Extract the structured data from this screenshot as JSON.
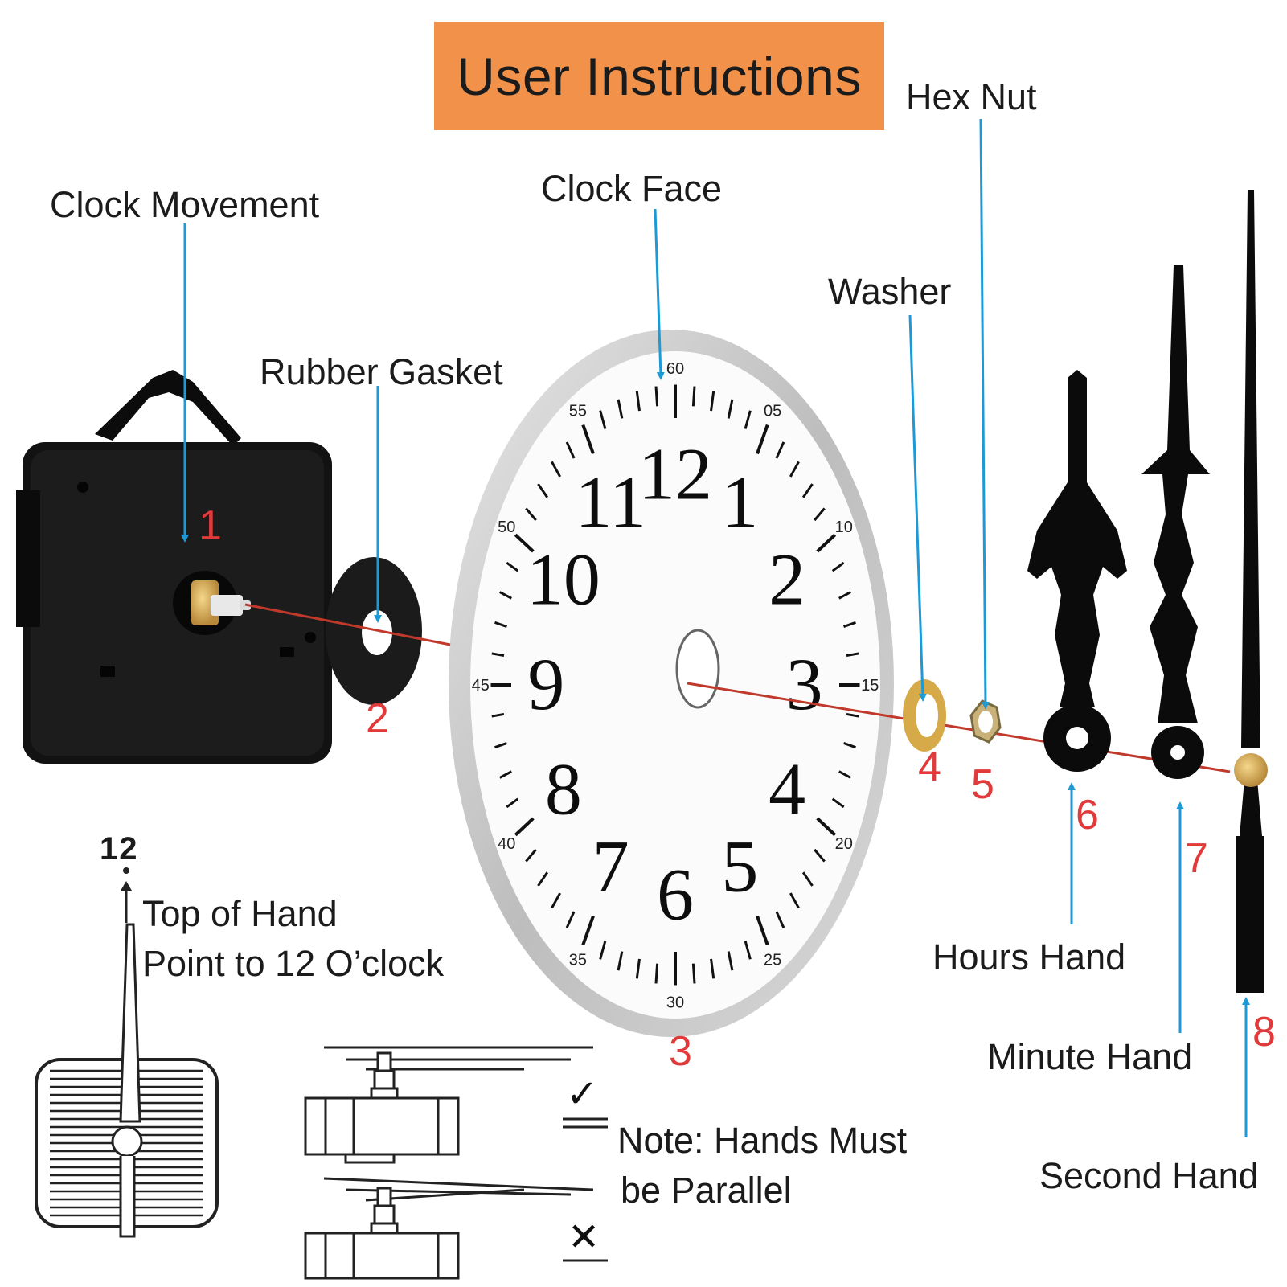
{
  "title": "User Instructions",
  "labels": {
    "clock_movement": "Clock Movement",
    "rubber_gasket": "Rubber Gasket",
    "clock_face": "Clock Face",
    "washer": "Washer",
    "hex_nut": "Hex Nut",
    "hours_hand": "Hours Hand",
    "minute_hand": "Minute Hand",
    "second_hand": "Second Hand"
  },
  "numbers": {
    "n1": "1",
    "n2": "2",
    "n3": "3",
    "n4": "4",
    "n5": "5",
    "n6": "6",
    "n7": "7",
    "n8": "8"
  },
  "dial": {
    "hours": [
      "12",
      "1",
      "2",
      "3",
      "4",
      "5",
      "6",
      "7",
      "8",
      "9",
      "10",
      "11"
    ],
    "minutes": [
      "60",
      "05",
      "10",
      "15",
      "20",
      "25",
      "30",
      "35",
      "40",
      "45",
      "50",
      "55"
    ]
  },
  "top_of_hand": {
    "marker": "12",
    "line1": "Top of Hand",
    "line2": "Point to 12 O’clock"
  },
  "note": {
    "line1": "Note: Hands Must",
    "line2": "be Parallel"
  },
  "marks": {
    "correct": "✓",
    "wrong": "✕"
  },
  "colors": {
    "banner": "#f2924a",
    "arrow": "#1d9ad6",
    "axis": "#c0392b",
    "number": "#e03a3a"
  }
}
